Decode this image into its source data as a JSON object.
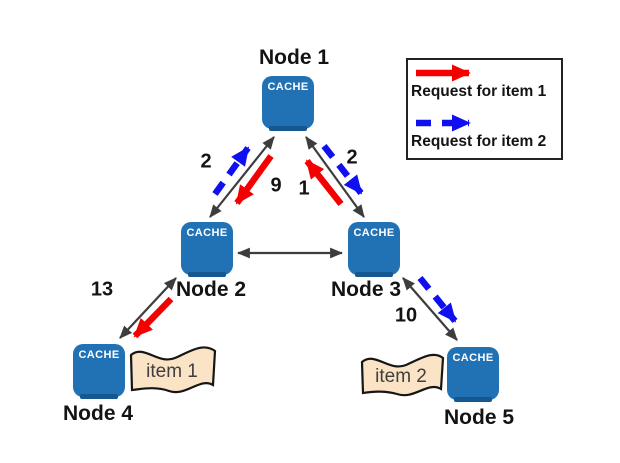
{
  "diagram_type": "cache-network-request-diagram",
  "nodes": [
    {
      "name": "Node 1",
      "box_label": "CACHE"
    },
    {
      "name": "Node 2",
      "box_label": "CACHE"
    },
    {
      "name": "Node 3",
      "box_label": "CACHE"
    },
    {
      "name": "Node 4",
      "box_label": "CACHE"
    },
    {
      "name": "Node 5",
      "box_label": "CACHE"
    }
  ],
  "links": [
    {
      "between": [
        "Node 1",
        "Node 2"
      ]
    },
    {
      "between": [
        "Node 1",
        "Node 3"
      ]
    },
    {
      "between": [
        "Node 2",
        "Node 3"
      ]
    },
    {
      "between": [
        "Node 2",
        "Node 4"
      ]
    },
    {
      "between": [
        "Node 3",
        "Node 5"
      ]
    }
  ],
  "request_counts": [
    {
      "value": "2",
      "edge": "Node 2 to Node 1",
      "request": "item 2"
    },
    {
      "value": "9",
      "edge": "Node 1 to Node 2",
      "request": "item 1"
    },
    {
      "value": "1",
      "edge": "Node 3 to Node 1",
      "request": "item 1"
    },
    {
      "value": "2",
      "edge": "Node 1 to Node 3",
      "request": "item 2"
    },
    {
      "value": "13",
      "edge": "Node 2 to Node 4",
      "request": "item 1"
    },
    {
      "value": "10",
      "edge": "Node 3 to Node 5",
      "request": "item 2"
    }
  ],
  "items": [
    {
      "label": "item 1",
      "near": "Node 4"
    },
    {
      "label": "item 2",
      "near": "Node 5"
    }
  ],
  "legend": {
    "entries": [
      {
        "label": "Request for item 1",
        "color": "#f40000",
        "line_style": "solid"
      },
      {
        "label": "Request for item 2",
        "color": "#0f0ff0",
        "line_style": "dashed"
      }
    ]
  },
  "colors": {
    "node_fill": "#2171b5",
    "node_fill_dark": "#15578f",
    "node_text": "#ffffff",
    "plain_edge": "#3d3d3d",
    "request_item1": "#f40000",
    "request_item2": "#0f0ff0",
    "item_fill": "#fbe3c5",
    "item_stroke": "#161616",
    "background": "#ffffff"
  }
}
